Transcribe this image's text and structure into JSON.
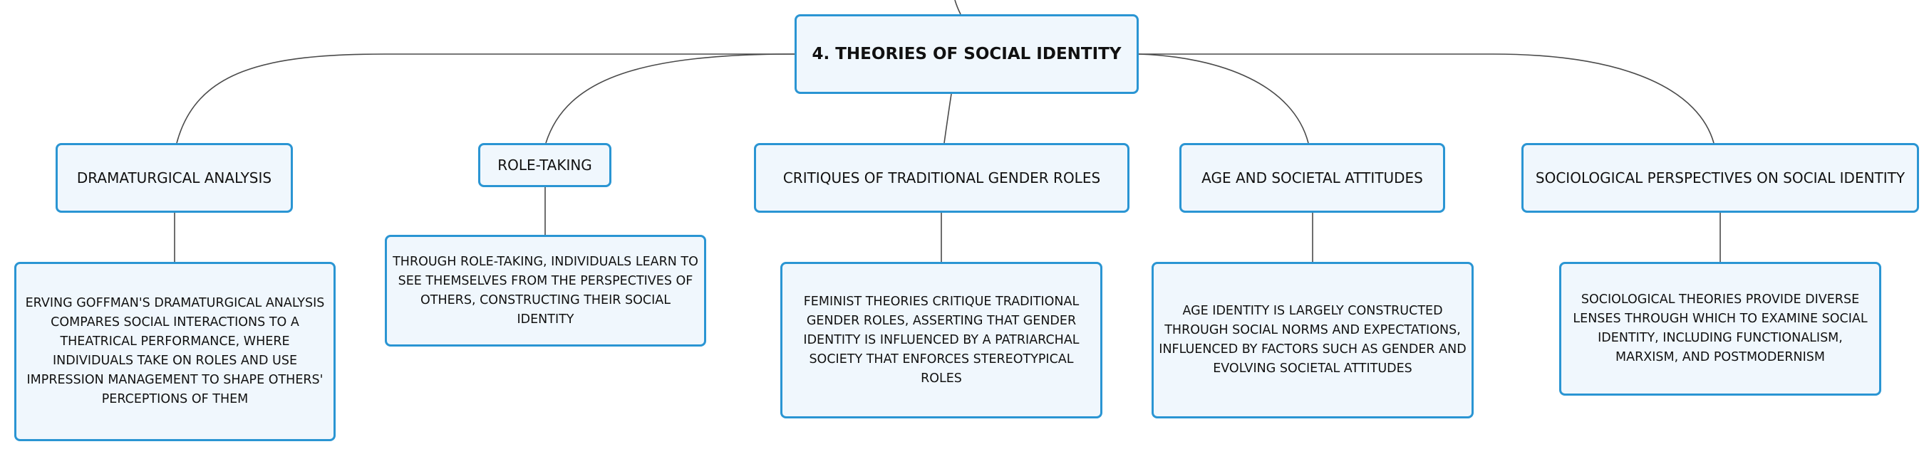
{
  "mindmap": {
    "root": {
      "label": "4. THEORIES OF SOCIAL IDENTITY"
    },
    "topics": [
      {
        "label": "DRAMATURGICAL ANALYSIS",
        "detail": "ERVING GOFFMAN'S DRAMATURGICAL ANALYSIS COMPARES SOCIAL INTERACTIONS TO A THEATRICAL PERFORMANCE, WHERE INDIVIDUALS TAKE ON ROLES AND USE IMPRESSION MANAGEMENT TO SHAPE OTHERS' PERCEPTIONS OF THEM"
      },
      {
        "label": "ROLE-TAKING",
        "detail": "THROUGH ROLE-TAKING, INDIVIDUALS LEARN TO SEE THEMSELVES FROM THE PERSPECTIVES OF OTHERS, CONSTRUCTING THEIR SOCIAL IDENTITY"
      },
      {
        "label": "CRITIQUES OF TRADITIONAL GENDER ROLES",
        "detail": "FEMINIST THEORIES CRITIQUE TRADITIONAL GENDER ROLES, ASSERTING THAT GENDER IDENTITY IS INFLUENCED BY A PATRIARCHAL SOCIETY THAT ENFORCES STEREOTYPICAL ROLES"
      },
      {
        "label": "AGE AND SOCIETAL ATTITUDES",
        "detail": "AGE IDENTITY IS LARGELY CONSTRUCTED THROUGH SOCIAL NORMS AND EXPECTATIONS, INFLUENCED BY FACTORS SUCH AS GENDER AND EVOLVING SOCIETAL ATTITUDES"
      },
      {
        "label": "SOCIOLOGICAL PERSPECTIVES ON SOCIAL IDENTITY",
        "detail": "SOCIOLOGICAL THEORIES PROVIDE DIVERSE LENSES THROUGH WHICH TO EXAMINE SOCIAL IDENTITY, INCLUDING FUNCTIONALISM, MARXISM, AND POSTMODERNISM"
      }
    ]
  },
  "colors": {
    "node_border": "#2a95d3",
    "node_fill": "#f0f7fd",
    "connector": "#4a4a4a",
    "text": "#111111"
  }
}
